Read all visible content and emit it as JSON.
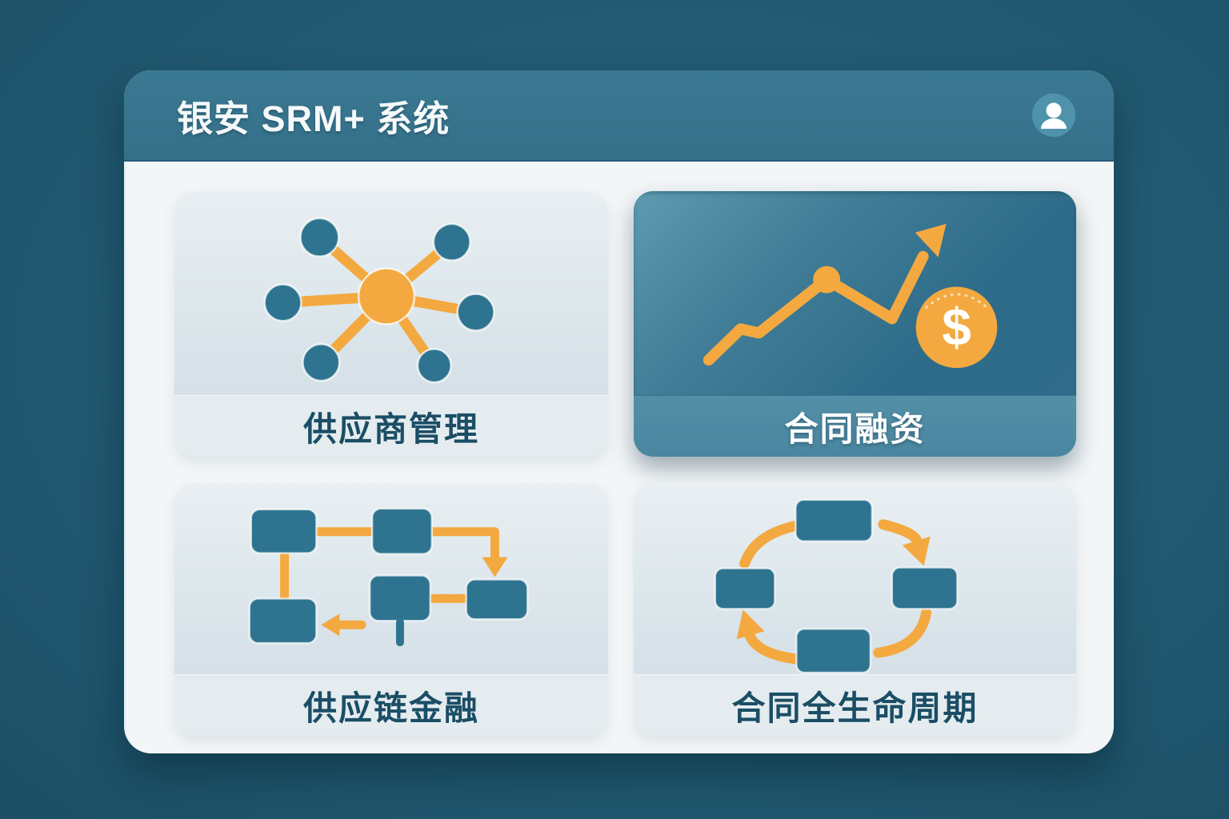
{
  "app": {
    "title": "银安 SRM+ 系统"
  },
  "header": {
    "avatar_icon": "user-avatar-icon"
  },
  "tiles": [
    {
      "id": "supplier-management",
      "label": "供应商管理",
      "icon": "network-hub-icon",
      "highlighted": false
    },
    {
      "id": "contract-financing",
      "label": "合同融资",
      "icon": "growth-chart-dollar-icon",
      "highlighted": true
    },
    {
      "id": "supply-chain-finance",
      "label": "供应链金融",
      "icon": "flowchart-icon",
      "highlighted": false
    },
    {
      "id": "contract-lifecycle",
      "label": "合同全生命周期",
      "icon": "cycle-diagram-icon",
      "highlighted": false
    }
  ],
  "coin_symbol": "$",
  "colors": {
    "background": "#215A72",
    "header_teal": "#38748E",
    "card_body": "#F3F6F7",
    "tile_light": "#DDE7EC",
    "tile_strip_light": "#E4ECEF",
    "tile_highlight_dark": "#2D6B89",
    "tile_highlight_light": "#5E9AB0",
    "accent_orange": "#F3A940",
    "node_teal": "#2E7490",
    "label_dark_teal": "#1B4E66",
    "avatar_circle": "#4E93AB"
  }
}
